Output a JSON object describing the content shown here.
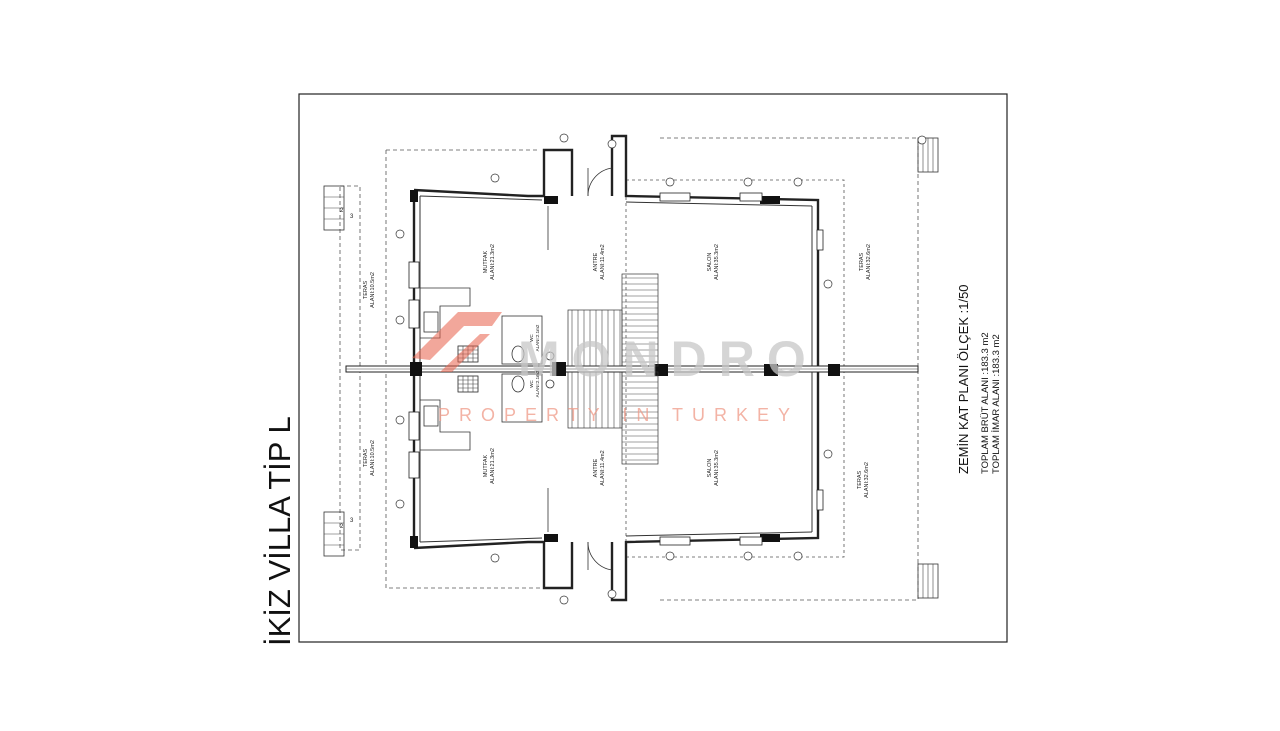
{
  "sheet_title": "İKİZ VİLLA TİP L",
  "plan": {
    "title": "ZEMİN KAT PLANI ÖLÇEK :1/50",
    "gross_area": "TOPLAM BRÜT ALANI :183.3 m2",
    "zoning_area": "TOPLAM İMAR ALANI :183.3 m2"
  },
  "watermark": {
    "brand": "MONDRO",
    "tagline": "PROPERTY IN TURKEY",
    "accent_color": "#e8604a"
  },
  "rooms": {
    "top_teras": {
      "name": "TERAS",
      "area": "ALANI:10.5m2"
    },
    "top_mutfak": {
      "name": "MUTFAK",
      "area": "ALANI:21.3m2"
    },
    "top_antre": {
      "name": "ANTRE",
      "area": "ALANI:11.4m2"
    },
    "top_salon": {
      "name": "SALON",
      "area": "ALANI:35.3m2"
    },
    "top_teras_right": {
      "name": "TERAS",
      "area": "ALANI:32.6m2"
    },
    "top_wc": {
      "name": "WC",
      "area": "ALANI:2.1m2"
    },
    "bottom_teras": {
      "name": "TERAS",
      "area": "ALANI:10.5m2"
    },
    "bottom_mutfak": {
      "name": "MUTFAK",
      "area": "ALANI:21.3m2"
    },
    "bottom_antre": {
      "name": "ANTRE",
      "area": "ALANI:11.4m2"
    },
    "bottom_salon": {
      "name": "SALON",
      "area": "ALANI:35.3m2"
    },
    "bottom_teras_right": {
      "name": "TERAS",
      "area": "ALANI:32.6m2"
    },
    "bottom_wc": {
      "name": "WC",
      "area": "ALANI:2.1m2"
    }
  },
  "stair_labels": [
    "2",
    "3"
  ]
}
